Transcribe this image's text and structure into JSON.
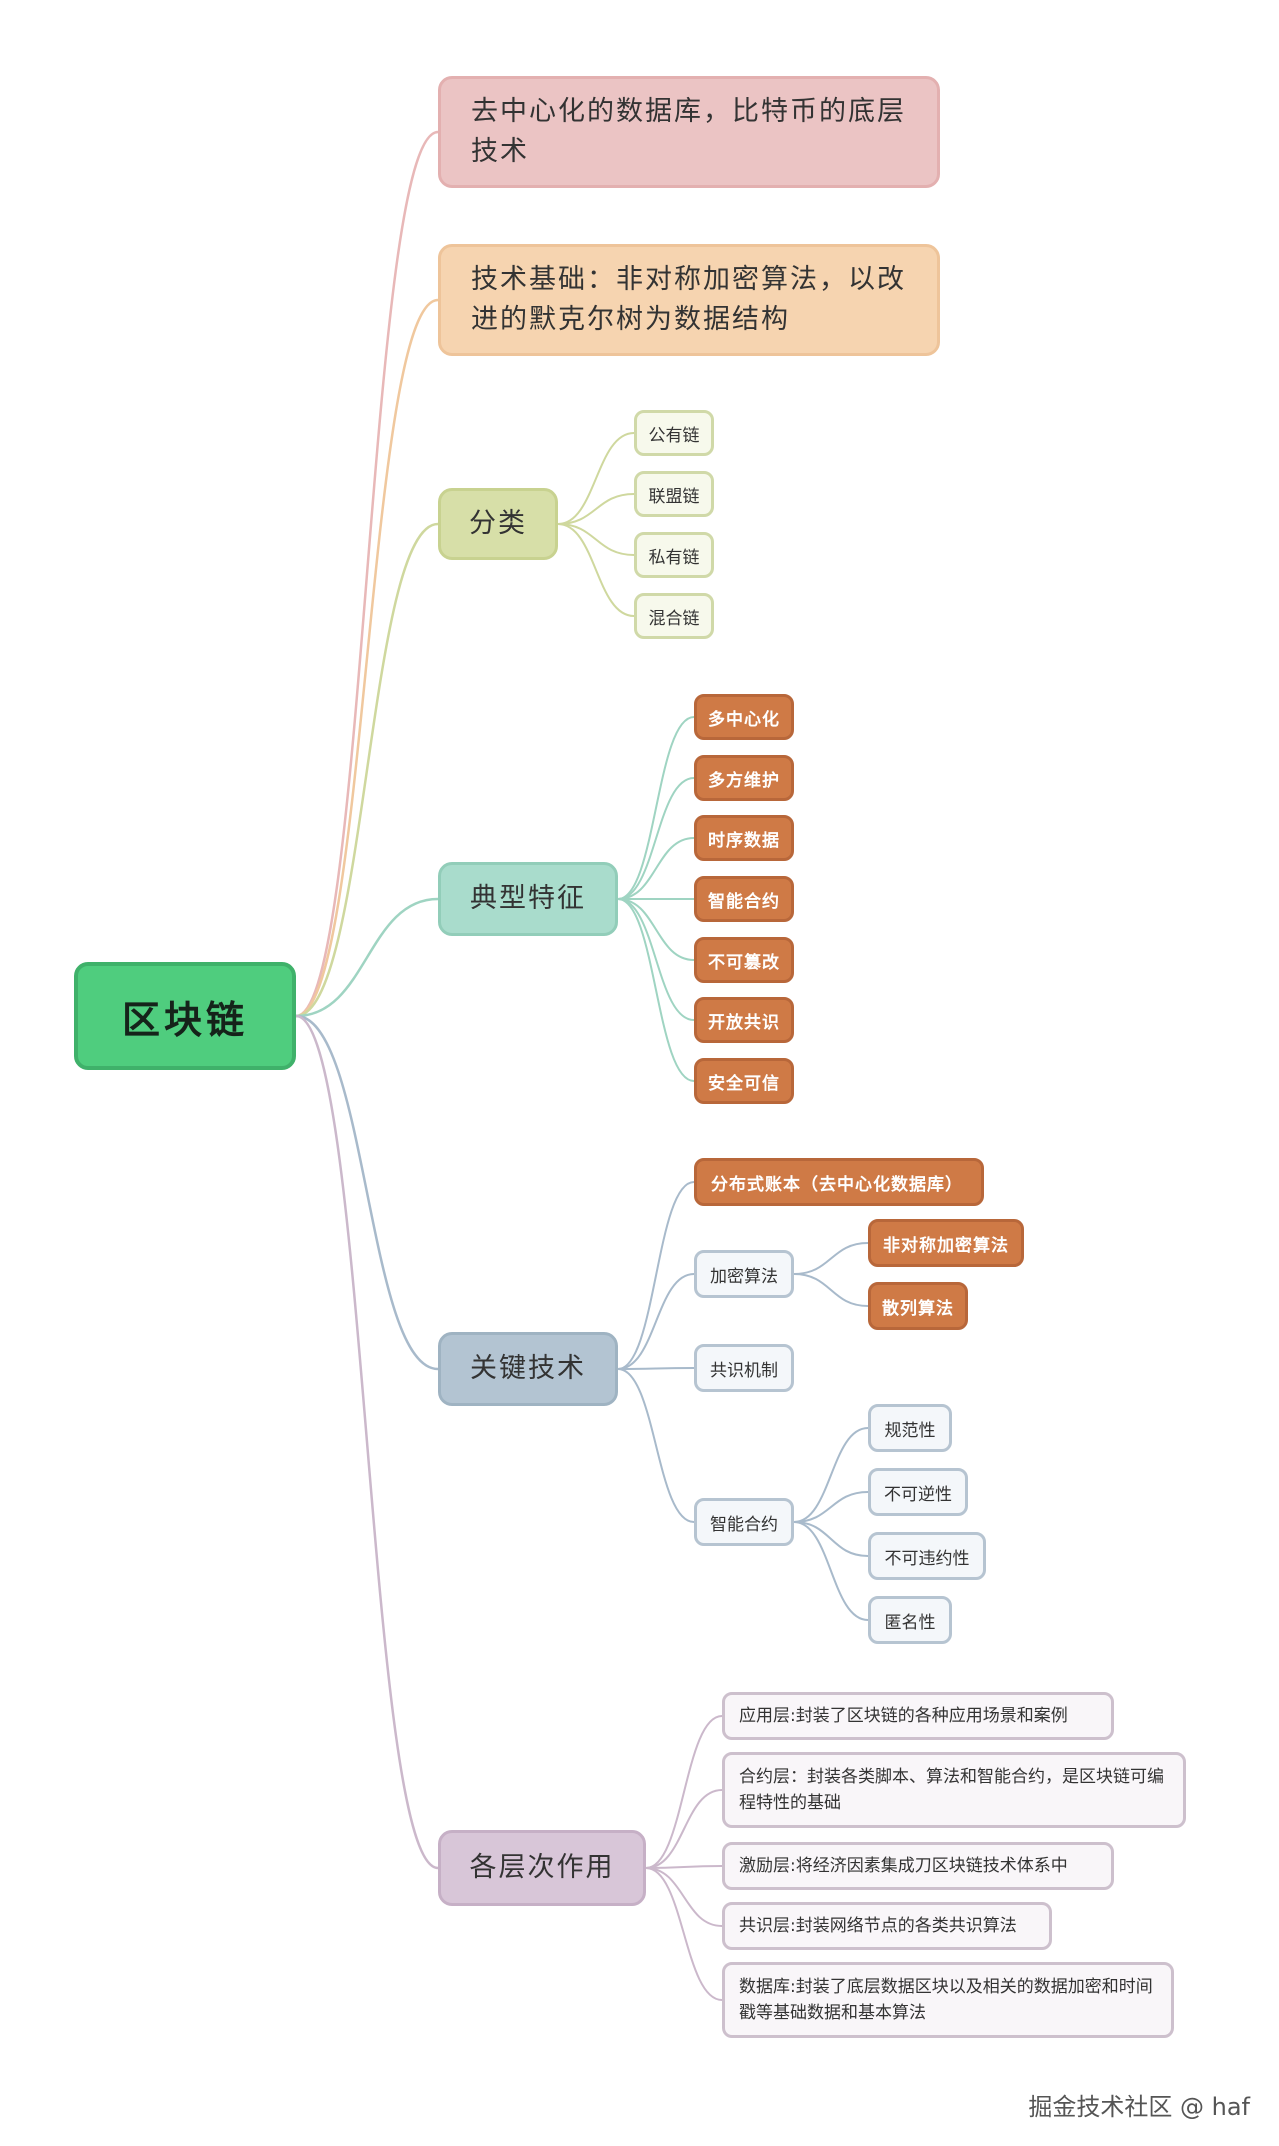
{
  "root": "区块链",
  "definition": "去中心化的数据库，比特币的底层技术",
  "tech_basis": "技术基础：非对称加密算法，以改进的默克尔树为数据结构",
  "classification": {
    "label": "分类",
    "items": [
      "公有链",
      "联盟链",
      "私有链",
      "混合链"
    ]
  },
  "features": {
    "label": "典型特征",
    "items": [
      "多中心化",
      "多方维护",
      "时序数据",
      "智能合约",
      "不可篡改",
      "开放共识",
      "安全可信"
    ]
  },
  "key_tech": {
    "label": "关键技术",
    "ledger": "分布式账本（去中心化数据库）",
    "crypto": {
      "label": "加密算法",
      "items": [
        "非对称加密算法",
        "散列算法"
      ]
    },
    "consensus": "共识机制",
    "contract": {
      "label": "智能合约",
      "items": [
        "规范性",
        "不可逆性",
        "不可违约性",
        "匿名性"
      ]
    }
  },
  "layers": {
    "label": "各层次作用",
    "items": [
      "应用层:封装了区块链的各种应用场景和案例",
      "合约层：封装各类脚本、算法和智能合约，是区块链可编程特性的基础",
      "激励层:将经济因素集成刀区块链技术体系中",
      "共识层:封装网络节点的各类共识算法",
      "数据库:封装了底层数据区块以及相关的数据加密和时间戳等基础数据和基本算法"
    ]
  },
  "watermark": "掘金技术社区 @ haf",
  "colors": {
    "root": "#4fcd7e",
    "definition": "#ebc4c4",
    "tech_basis": "#f6d4b0",
    "classification": "#d7dfa8",
    "features": "#a9dccc",
    "key_tech": "#b3c4d2",
    "layers": "#d8c6d8",
    "feature_leaf": "#cf7a46"
  }
}
